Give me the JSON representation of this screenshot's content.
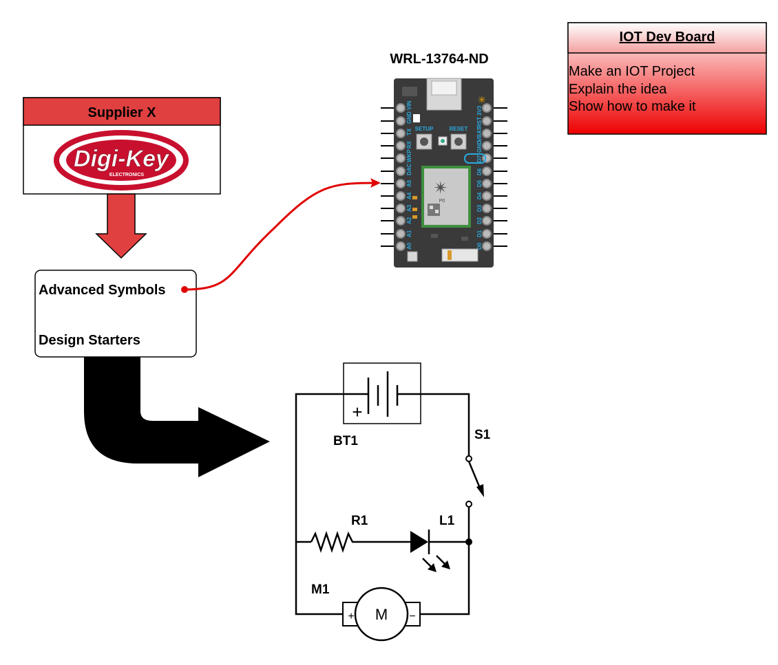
{
  "supplier": {
    "title": "Supplier X",
    "logo_text": "Digi-Key",
    "logo_subtext": "ELECTRONICS"
  },
  "board": {
    "part_number": "WRL-13764-ND",
    "setup_label": "SETUP",
    "reset_label": "RESET",
    "module_label": "P0",
    "left_pins": [
      "VIN",
      "GND",
      "TX",
      "RX",
      "WKP",
      "DAC",
      "A5",
      "A4",
      "A3",
      "A2",
      "A1",
      "A0"
    ],
    "right_pins": [
      "3V3",
      "RST",
      "VBAT",
      "GND",
      "D7",
      "D6",
      "D5",
      "D4",
      "D3",
      "D2",
      "D1",
      "D0"
    ]
  },
  "note": {
    "title": "IOT Dev Board",
    "lines": [
      "Make an IOT Project",
      "Explain the idea",
      "Show how to make it"
    ]
  },
  "menu": {
    "item1": "Advanced Symbols",
    "item2": "Design Starters"
  },
  "circuit": {
    "battery_ref": "BT1",
    "battery_plus": "+",
    "switch_ref": "S1",
    "resistor_ref": "R1",
    "led_ref": "L1",
    "motor_ref": "M1",
    "motor_symbol": "M",
    "motor_plus": "+",
    "motor_minus": "−"
  },
  "colors": {
    "supplier_header": "#e04040",
    "arrow_red": "#e04040",
    "connector_red": "#e00000",
    "board_pcb": "#3a3a3a",
    "pin_label": "#2aa9e0",
    "note_gradient_top": "#ffffff",
    "note_gradient_bottom": "#ee0000"
  }
}
